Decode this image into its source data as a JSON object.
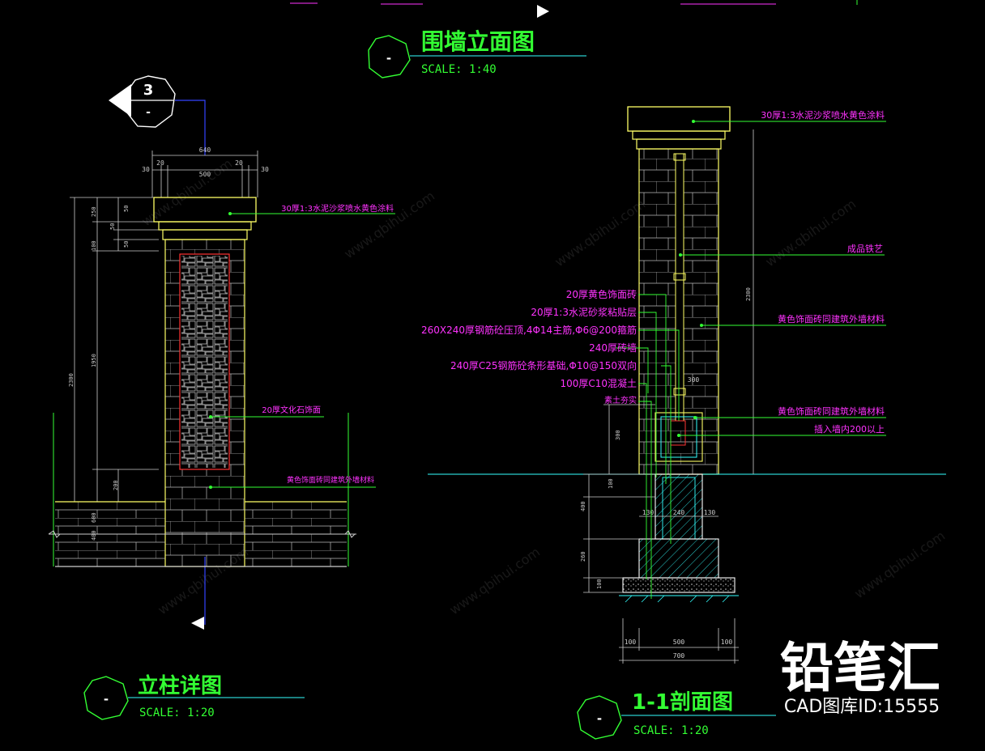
{
  "colors": {
    "background": "#000000",
    "title_green": "#33ff33",
    "magenta": "#ff33ff",
    "yellow": "#ffff66",
    "dim": "#cccccc",
    "cyan": "#33ffff",
    "blue": "#3344ff",
    "red": "#ff3333",
    "white": "#ffffff"
  },
  "elevation": {
    "title": "围墙立面图",
    "scale": "SCALE: 1:40",
    "bubble": "-"
  },
  "column_detail": {
    "title": "立柱详图",
    "scale": "SCALE: 1:20",
    "bubble": "-",
    "section_marker": {
      "number": "3",
      "sheet": "-"
    },
    "dims_top": {
      "total": "640",
      "inner": "500",
      "side_a": "20",
      "side_b": "20",
      "edge_a": "30",
      "edge_b": "30"
    },
    "dims_left": [
      "250",
      "100",
      "50",
      "50",
      "50",
      "1950",
      "2300",
      "200",
      "600",
      "400"
    ],
    "notes": [
      "30厚1:3水泥沙浆喷水黄色涂料",
      "20厚文化石饰面",
      "黄色饰面砖同建筑外墙材料"
    ]
  },
  "section_1_1": {
    "title": "1-1剖面图",
    "scale": "SCALE: 1:20",
    "bubble": "-",
    "notes_left": [
      "20厚黄色饰面砖",
      "20厚1:3水泥砂浆粘贴层",
      "260X240厚钢筋砼压顶,4Φ14主筋,Φ6@200箍筋",
      "240厚砖墙",
      "240厚C25钢筋砼条形基础,Φ10@150双向",
      "100厚C10混凝土",
      "素土夯实"
    ],
    "notes_right": [
      "30厚1:3水泥沙浆喷水黄色涂料",
      "成品铁艺",
      "黄色饰面砖同建筑外墙材料",
      "黄色饰面砖同建筑外墙材料",
      "插入墙内200以上"
    ],
    "dims": {
      "height_total": "2300",
      "beam": "300",
      "d300": "300",
      "d100": "100",
      "d400": "400",
      "d260": "260",
      "d100b": "100",
      "w130a": "130",
      "w240": "240",
      "w130b": "130",
      "w100a": "100",
      "w500": "500",
      "w100b": "100",
      "w700": "700"
    }
  },
  "watermark": {
    "brand": "铅笔汇",
    "id_text": "CAD图库ID:15555",
    "url": "www.qbihui.com"
  }
}
